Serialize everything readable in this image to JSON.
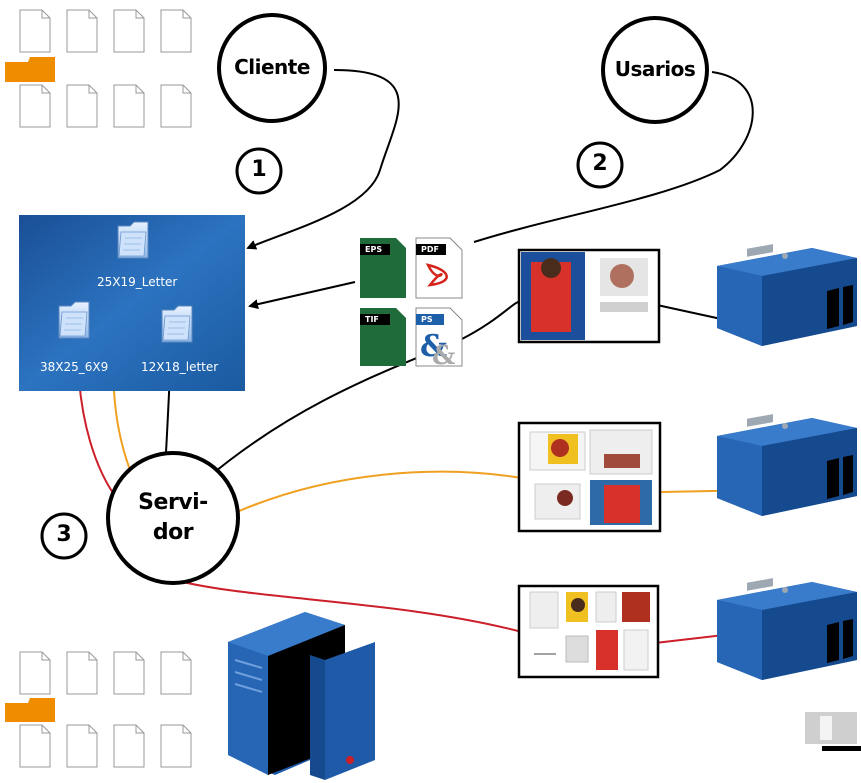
{
  "nodes": {
    "cliente": "Cliente",
    "usarios": "Usarios",
    "servidor_line1": "Servi-",
    "servidor_line2": "dor"
  },
  "steps": {
    "one": "1",
    "two": "2",
    "three": "3"
  },
  "folders": {
    "top": "25X19_Letter",
    "left": "38X25_6X9",
    "right": "12X18_letter"
  },
  "file_types": {
    "eps": "EPS",
    "pdf": "PDF",
    "tif": "TIF",
    "ps": "PS"
  },
  "colors": {
    "black_flow": "#000000",
    "orange_flow": "#f0a020",
    "red_flow": "#cc1f2a",
    "desktop_bg": "#1d5fa8",
    "printer_blue": "#1e5aa8",
    "orange_tab": "#f08c00",
    "file_green": "#1f6b3a"
  }
}
